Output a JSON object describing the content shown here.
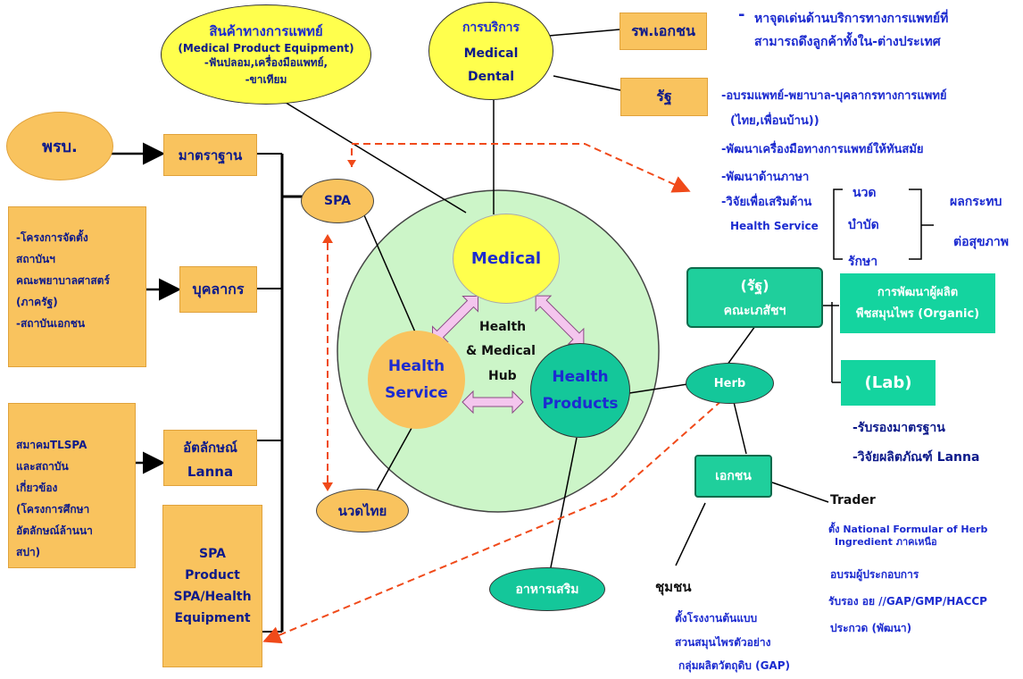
{
  "product": {
    "title": "สินค้าทางการแพทย์",
    "subtitle": "(Medical Product  Equipment)",
    "line1": "-ฟันปลอม,เครื่องมือแพทย์,",
    "line2": "-ขาเทียม"
  },
  "service": {
    "title": "การบริการ",
    "item1": "Medical",
    "item2": "Dental"
  },
  "private_hospital": "รพ.เอกชน",
  "state": "รัฐ",
  "highlight": {
    "line1": "หาจุดเด่นด้านบริการทางการแพทย์ที่",
    "line2": "สามารถดึงลูกค้าทั้งใน-ต่างประเทศ"
  },
  "state_items": {
    "item1": "-อบรมแพทย์-พยาบาล-บุคลากรทางการแพทย์",
    "item1b": "(ไทย,เพื่อนบ้าน))",
    "item2": "-พัฒนาเครื่องมือทางการแพทย์ให้ทันสมัย",
    "item3": "-พัฒนาด้านภาษา",
    "item4": "-วิจัยเพื่อเสริมด้าน",
    "item4b": "Health Service"
  },
  "effects": {
    "nuad": "นวด",
    "bambat": "บำบัด",
    "raksa": "รักษา",
    "effect1": "ผลกระทบ",
    "effect2": "ต่อสุขภาพ"
  },
  "left": {
    "prb": "พรบ.",
    "standard": "มาตราฐาน",
    "personnel": "บุคลากร",
    "identity_line1": "อัตลักษณ์",
    "identity_line2": "Lanna",
    "spa_box": [
      "SPA",
      "Product",
      "SPA/Health",
      "Equipment"
    ],
    "projects": [
      "-โครงการจัดตั้ง",
      "สถาบันฯ",
      "คณะพยาบาลศาสตร์",
      "(ภาครัฐ)",
      "-สถาบันเอกชน"
    ],
    "association": [
      "สมาคมTLSPA",
      "และสถาบัน",
      "เกี่ยวข้อง",
      "(โครงการศึกษา",
      "อัตลักษณ์ล้านนา",
      "สปา)"
    ]
  },
  "spa": "SPA",
  "thai_massage": "นวดไทย",
  "hub": {
    "medical": "Medical",
    "center1": "Health",
    "center2": "& Medical",
    "center3": "Hub",
    "service1": "Health",
    "service2": "Service",
    "products1": "Health",
    "products2": "Products"
  },
  "herb": "Herb",
  "supplement": "อาหารเสริม",
  "faculty": {
    "line1": "(รัฐ)",
    "line2": "คณะเภสัชฯ"
  },
  "organic": {
    "line1": "การพัฒนาผู้ผลิต",
    "line2": "พืชสมุนไพร (Organic)"
  },
  "lab": "(Lab)",
  "lab_items": [
    "-รับรองมาตรฐาน",
    "-วิจัยผลิตภัณฑ์ Lanna"
  ],
  "private": "เอกชน",
  "trader": "Trader",
  "trader_items": {
    "item1a": "ตั้ง National Formular of Herb",
    "item1b": "Ingredient ภาคเหนือ",
    "item2": "อบรมผู้ประกอบการ",
    "item3": "รับรอง อย //GAP/GMP/HACCP",
    "item4": "ประกวด (พัฒนา)"
  },
  "community": {
    "title": "ชุมชน",
    "item1": "ตั้งโรงงานต้นแบบ",
    "item2": "สวนสมุนไพรตัวอย่าง",
    "item3": "กลุ่มผลิตวัตถุดิบ (GAP)"
  }
}
